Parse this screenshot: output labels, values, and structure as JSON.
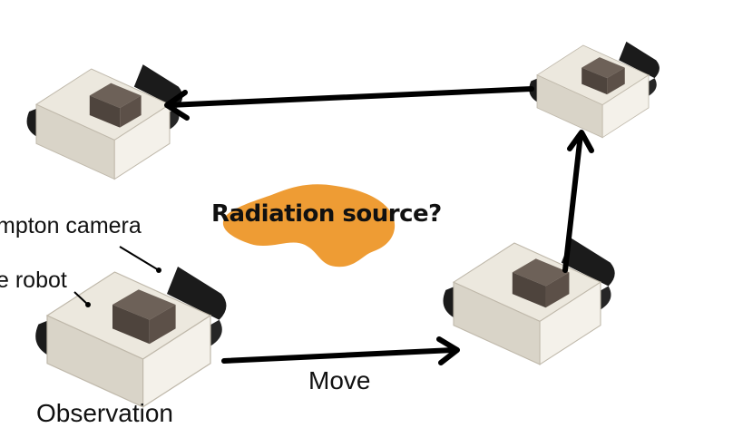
{
  "diagram": {
    "source_label": "Radiation source?",
    "camera_label": "mpton camera",
    "robot_label": "e robot",
    "move_label": "Move",
    "observation_label": "Observation"
  },
  "colors": {
    "blob": "#EE9C34",
    "box_top": "#ECE8DE",
    "box_left": "#D9D4C8",
    "box_right": "#F4F1EA",
    "camera": "#5C5048",
    "track": "#1B1B1B",
    "arrow": "#000000"
  }
}
